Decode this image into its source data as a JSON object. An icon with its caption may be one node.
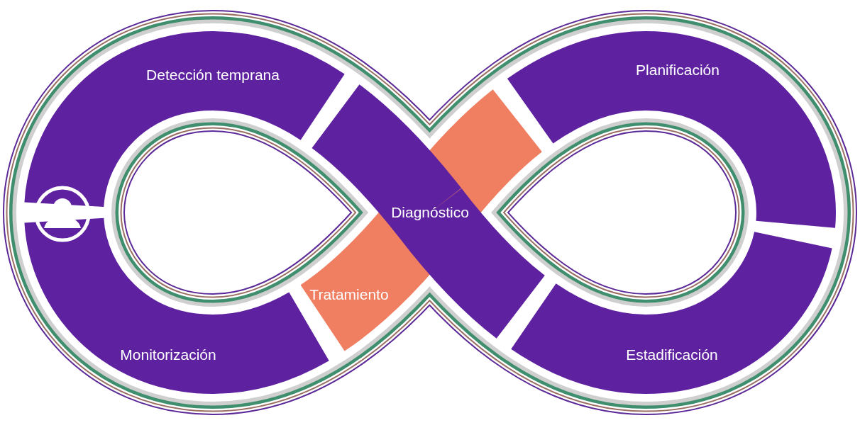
{
  "diagram": {
    "nodes": [
      {
        "text": [
          "Detección temprana"
        ]
      },
      {
        "text": [
          "Planificación"
        ]
      },
      {
        "text": [
          "Diagnóstico"
        ]
      },
      {
        "text": [
          "Tratamiento"
        ]
      },
      {
        "text": [
          "Monitorización"
        ]
      },
      {
        "text": [
          "Estadificación"
        ]
      }
    ]
  }
}
